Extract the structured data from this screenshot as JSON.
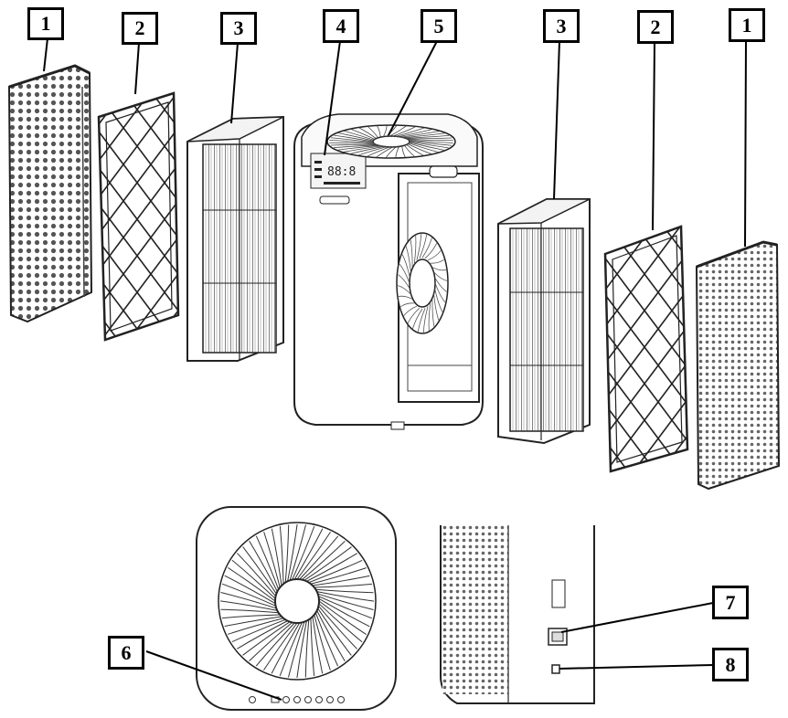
{
  "callouts": [
    {
      "id": "c1-left",
      "label": "1"
    },
    {
      "id": "c2-left",
      "label": "2"
    },
    {
      "id": "c3-left",
      "label": "3"
    },
    {
      "id": "c4",
      "label": "4"
    },
    {
      "id": "c5",
      "label": "5"
    },
    {
      "id": "c3-right",
      "label": "3"
    },
    {
      "id": "c2-right",
      "label": "2"
    },
    {
      "id": "c1-right",
      "label": "1"
    },
    {
      "id": "c6",
      "label": "6"
    },
    {
      "id": "c7",
      "label": "7"
    },
    {
      "id": "c8",
      "label": "8"
    }
  ],
  "display": {
    "readout": "88:8"
  }
}
